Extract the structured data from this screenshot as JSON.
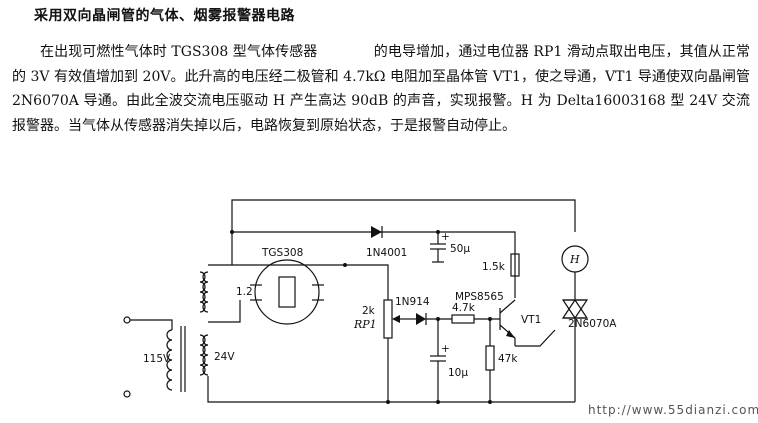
{
  "article": {
    "title": "采用双向晶闸管的气体、烟雾报警器电路",
    "paragraph": "在出现可燃性气体时 TGS308 型气体传感器　　　　的电导增加，通过电位器 RP1 滑动点取出电压，其值从正常的 3V 有效值增加到 20V。此升高的电压经二极管和 4.7kΩ 电阻加至晶体管 VT1，使之导通，VT1 导通使双向晶闸管 2N6070A 导通。由此全波交流电压驱动 H 产生高达 90dB 的声音，实现报警。H 为 Delta16003168 型 24V 交流报警器。当气体从传感器消失掉以后，电路恢复到原始状态，于是报警自动停止。"
  },
  "circuit": {
    "labels": {
      "sensor": "TGS308",
      "sensor_pins": "1.2",
      "mains": "115V",
      "secondary": "24V",
      "diode1": "1N4001",
      "cap1": "50μ",
      "res_1k5": "1.5k",
      "pot_value": "2k",
      "pot_name": "RP1",
      "diode2": "1N914",
      "transistor_type": "MPS8565",
      "res_4k7": "4.7k",
      "transistor_name": "VT1",
      "triac": "2N6070A",
      "res_47k": "47k",
      "cap2": "10μ",
      "alarm": "H",
      "cap_plus": "+"
    }
  },
  "watermark": {
    "text": "http://www.55dianzi.com"
  }
}
